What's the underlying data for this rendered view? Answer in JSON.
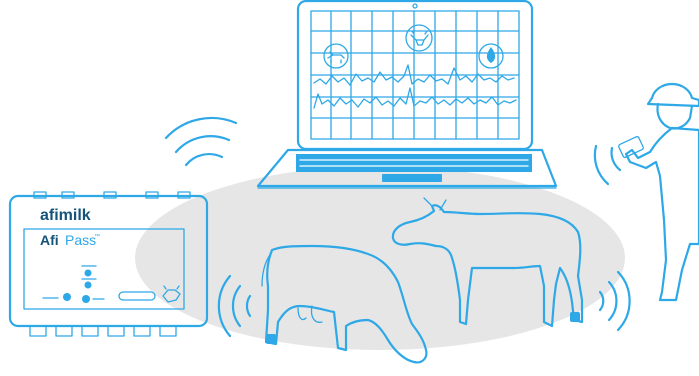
{
  "device": {
    "brand": "afimilk",
    "model_prefix": "Afi",
    "model_suffix": "Pass",
    "trademark": "™"
  },
  "colors": {
    "outline": "#2ea8e6",
    "floor": "#e6e6e6",
    "brand_text": "#14537a",
    "background": "#ffffff"
  },
  "icons": [
    "wifi-signal-icon",
    "cow-icon",
    "milk-icon",
    "leg-sensor-icon",
    "tablet-icon"
  ]
}
